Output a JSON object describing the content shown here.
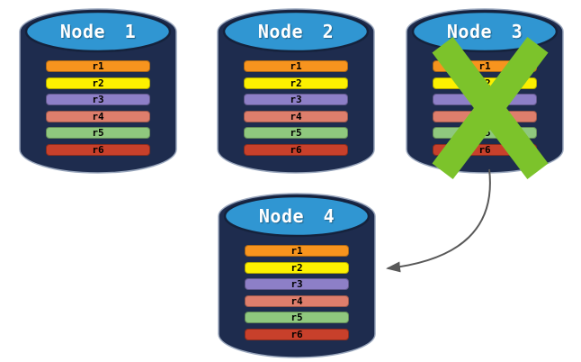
{
  "nodes": [
    {
      "title": "Node 1",
      "status": "active",
      "replicas": [
        "r1",
        "r2",
        "r3",
        "r4",
        "r5",
        "r6"
      ]
    },
    {
      "title": "Node 2",
      "status": "active",
      "replicas": [
        "r1",
        "r2",
        "r3",
        "r4",
        "r5",
        "r6"
      ]
    },
    {
      "title": "Node 3",
      "status": "failed",
      "replicas": [
        "r1",
        "r2",
        "r3",
        "r4",
        "r5",
        "r6"
      ]
    },
    {
      "title": "Node 4",
      "status": "active",
      "replicas": [
        "r1",
        "r2",
        "r3",
        "r4",
        "r5",
        "r6"
      ]
    }
  ],
  "replica_colors": [
    "#F7941E",
    "#FCF000",
    "#8D7FC7",
    "#DE7E6C",
    "#8FC87E",
    "#C8402B"
  ],
  "colors": {
    "background": "#FFFFFF",
    "cylinder_body": "#1E2C4E",
    "cylinder_outline": "#9AA7BD",
    "cylinder_top": "#3096D2",
    "cylinder_top_border": "#15223C",
    "title_text": "#FFFFFF",
    "replica_text": "#000000",
    "failure_x": "#7CC32B",
    "arrow": "#595959"
  },
  "failure_mark": {
    "node": "Node 3",
    "symbol": "X"
  },
  "migration_arrow": {
    "from": "Node 3",
    "to": "Node 4"
  }
}
